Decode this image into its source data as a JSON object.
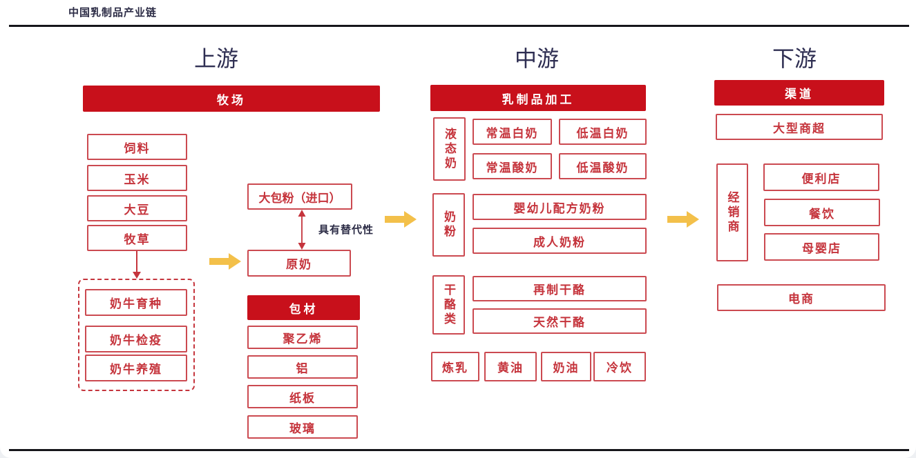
{
  "page": {
    "title": "中国乳制品产业链"
  },
  "colors": {
    "banner_red": "#c8101b",
    "box_border_red": "#cb4950",
    "box_text_red": "#c5343c",
    "heading_navy": "#2e2e52",
    "arrow_yellow": "#f3c04a",
    "rule_black": "#15151a"
  },
  "upstream": {
    "heading": "上游",
    "farm_banner": "牧场",
    "feed_boxes": [
      "饲料",
      "玉米",
      "大豆",
      "牧草"
    ],
    "cattle_boxes": [
      "奶牛育种",
      "奶牛检疫",
      "奶牛养殖"
    ],
    "powder_box": "大包粉（进口）",
    "substitute_note": "具有替代性",
    "raw_milk_box": "原奶",
    "packaging_banner": "包材",
    "packaging_boxes": [
      "聚乙烯",
      "铝",
      "纸板",
      "玻璃"
    ]
  },
  "midstream": {
    "heading": "中游",
    "processing_banner": "乳制品加工",
    "liquid_milk": {
      "category": "液态奶",
      "items": [
        "常温白奶",
        "低温白奶",
        "常温酸奶",
        "低温酸奶"
      ]
    },
    "milk_powder": {
      "category": "奶粉",
      "items": [
        "婴幼儿配方奶粉",
        "成人奶粉"
      ]
    },
    "cheese": {
      "category": "干酪类",
      "items": [
        "再制干酪",
        "天然干酪"
      ]
    },
    "other_items": [
      "炼乳",
      "黄油",
      "奶油",
      "冷饮"
    ]
  },
  "downstream": {
    "heading": "下游",
    "channel_banner": "渠道",
    "hypermarket_box": "大型商超",
    "distributor": {
      "category": "经销商",
      "items": [
        "便利店",
        "餐饮",
        "母婴店"
      ]
    },
    "ecommerce_box": "电商"
  }
}
